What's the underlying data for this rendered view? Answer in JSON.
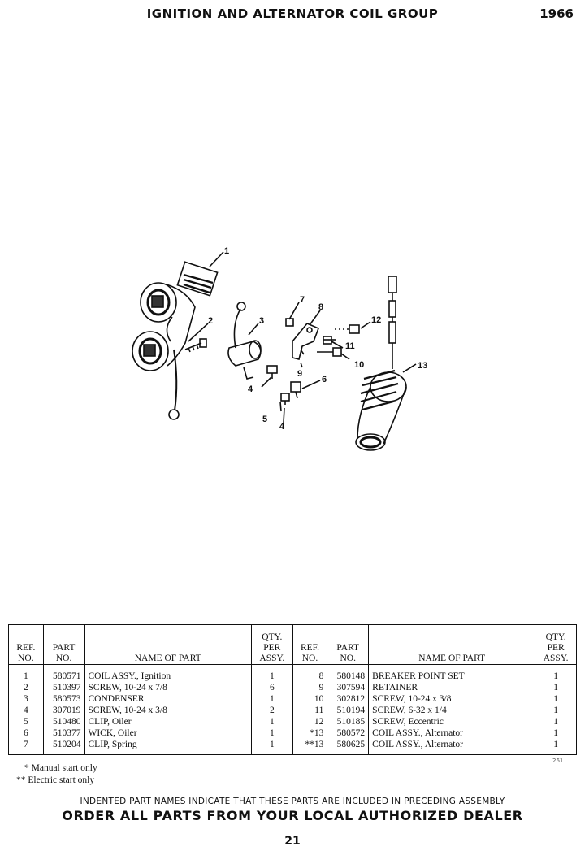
{
  "header": {
    "title": "IGNITION AND ALTERNATOR COIL GROUP",
    "year": "1966"
  },
  "diagram": {
    "callouts": [
      "1",
      "2",
      "3",
      "4",
      "5",
      "4",
      "6",
      "7",
      "8",
      "9",
      "10",
      "11",
      "12",
      "13"
    ]
  },
  "table": {
    "headers": {
      "ref_line1": "REF.",
      "ref_line2": "NO.",
      "part_line1": "PART",
      "part_line2": "NO.",
      "name": "NAME OF PART",
      "qty_line1": "QTY.",
      "qty_line2": "PER",
      "qty_line3": "ASSY."
    },
    "left_rows": [
      {
        "ref": "1",
        "part": "580571",
        "name": "COIL ASSY., Ignition",
        "qty": "1"
      },
      {
        "ref": "2",
        "part": "510397",
        "name": "SCREW, 10-24 x 7/8",
        "qty": "6"
      },
      {
        "ref": "3",
        "part": "580573",
        "name": "CONDENSER",
        "qty": "1"
      },
      {
        "ref": "4",
        "part": "307019",
        "name": "SCREW, 10-24 x 3/8",
        "qty": "2"
      },
      {
        "ref": "5",
        "part": "510480",
        "name": "CLIP, Oiler",
        "qty": "1"
      },
      {
        "ref": "6",
        "part": "510377",
        "name": "WICK, Oiler",
        "qty": "1"
      },
      {
        "ref": "7",
        "part": "510204",
        "name": "CLIP, Spring",
        "qty": "1"
      }
    ],
    "right_rows": [
      {
        "ref": "8",
        "part": "580148",
        "name": "BREAKER POINT SET",
        "qty": "1"
      },
      {
        "ref": "9",
        "part": "307594",
        "name": "RETAINER",
        "qty": "1"
      },
      {
        "ref": "10",
        "part": "302812",
        "name": "SCREW, 10-24 x 3/8",
        "qty": "1"
      },
      {
        "ref": "11",
        "part": "510194",
        "name": "SCREW, 6-32 x 1/4",
        "qty": "1"
      },
      {
        "ref": "12",
        "part": "510185",
        "name": "SCREW, Eccentric",
        "qty": "1"
      },
      {
        "ref": "*13",
        "part": "580572",
        "name": "COIL ASSY., Alternator",
        "qty": "1"
      },
      {
        "ref": "**13",
        "part": "580625",
        "name": "COIL ASSY., Alternator",
        "qty": "1"
      }
    ]
  },
  "footnotes": {
    "single": "* Manual start only",
    "double": "** Electric start only",
    "code": "261"
  },
  "notes": {
    "indented": "INDENTED PART NAMES INDICATE THAT THESE PARTS ARE INCLUDED IN PRECEDING ASSEMBLY",
    "order": "ORDER ALL PARTS FROM YOUR LOCAL AUTHORIZED DEALER"
  },
  "page_number": "21"
}
